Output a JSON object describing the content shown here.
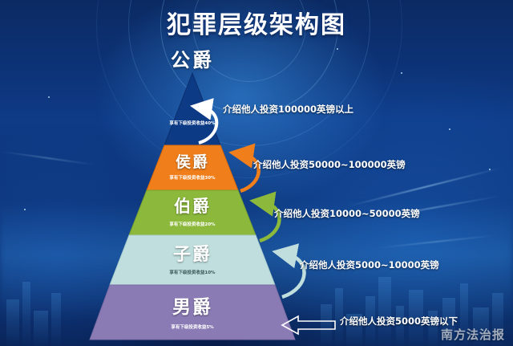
{
  "title": "犯罪层级架构图",
  "pyramid": {
    "apex_label": "公爵",
    "tiers": [
      {
        "rank": "公爵",
        "note": "享有下级投资收益40%",
        "color": "#0d3a85",
        "label_shown": false
      },
      {
        "rank": "侯爵",
        "note": "享有下级投资收益30%",
        "color": "#f07e1a"
      },
      {
        "rank": "伯爵",
        "note": "享有下级投资收益20%",
        "color": "#8cb93c"
      },
      {
        "rank": "子爵",
        "note": "享有下级投资收益10%",
        "color": "#bfdedd"
      },
      {
        "rank": "男爵",
        "note": "享有下级投资收益5%",
        "color": "#8b7bb5"
      }
    ]
  },
  "annotations": [
    "介绍他人投资100000英镑以上",
    "介绍他人投资50000~100000英镑",
    "介绍他人投资10000~50000英镑",
    "介绍他人投资5000~10000英镑",
    "介绍他人投资5000英镑以下"
  ],
  "watermark": "南方法治报",
  "colors": {
    "background_deep": "#071c4a",
    "background_mid": "#0e3a86",
    "title_text": "#ffffff"
  }
}
